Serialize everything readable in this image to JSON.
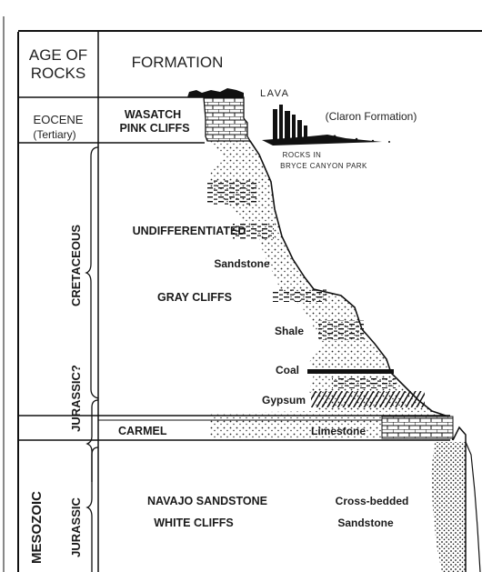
{
  "header": {
    "age_of_rocks": [
      "AGE OF",
      "ROCKS"
    ],
    "formation": "FORMATION"
  },
  "ages": {
    "eocene": "EOCENE",
    "tertiary": "(Tertiary)",
    "cretaceous": "CRETACEOUS",
    "jurassic_q": "JURASSIC?",
    "jurassic": "JURASSIC",
    "mesozoic": "MESOZOIC"
  },
  "formations": {
    "wasatch": [
      "WASATCH",
      "PINK CLIFFS"
    ],
    "undifferentiated": "UNDIFFERENTIATED",
    "gray_cliffs": "GRAY CLIFFS",
    "carmel": "CARMEL",
    "navajo": "NAVAJO SANDSTONE",
    "white_cliffs": "WHITE CLIFFS"
  },
  "rock_types": {
    "lava": "LAVA",
    "claron": "(Claron Formation)",
    "bryce": [
      "ROCKS IN",
      "BRYCE CANYON PARK"
    ],
    "sandstone": "Sandstone",
    "shale": "Shale",
    "coal": "Coal",
    "gypsum": "Gypsum",
    "limestone": "Limestone",
    "cross_bedded": [
      "Cross-bedded",
      "Sandstone"
    ]
  }
}
